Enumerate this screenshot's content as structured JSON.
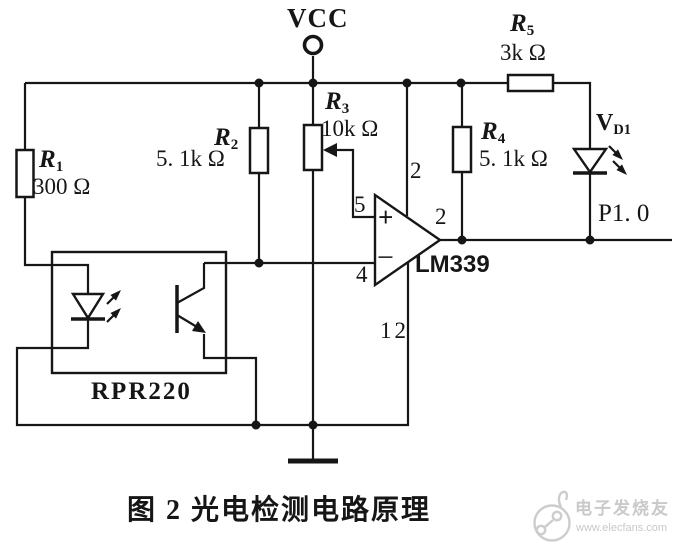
{
  "labels": {
    "vcc": "VCC",
    "output": "P1. 0",
    "caption": "图 2  光电检测电路原理"
  },
  "components": {
    "r1": {
      "ref": "R",
      "sub": "1",
      "value": "300 Ω"
    },
    "r2": {
      "ref": "R",
      "sub": "2",
      "value": "5. 1k Ω"
    },
    "r3": {
      "ref": "R",
      "sub": "3",
      "value": "10k Ω"
    },
    "r4": {
      "ref": "R",
      "sub": "4",
      "value": "5. 1k Ω"
    },
    "r5": {
      "ref": "R",
      "sub": "5",
      "value": "3k Ω"
    },
    "vd1": {
      "ref": "V",
      "sub": "D1"
    },
    "comparator": {
      "part": "LM339",
      "pin_in_plus": "5",
      "pin_in_minus": "4",
      "pin_out": "2",
      "pin_power": "2",
      "pin_ground": "12",
      "plus_sign": "+",
      "minus_sign": "−"
    },
    "optocoupler": {
      "part": "RPR220"
    }
  },
  "watermark": {
    "brand": "电子发烧友",
    "url": "www.elecfans.com"
  },
  "colors": {
    "ink": "#161616",
    "watermark": "#c9c9c9"
  }
}
